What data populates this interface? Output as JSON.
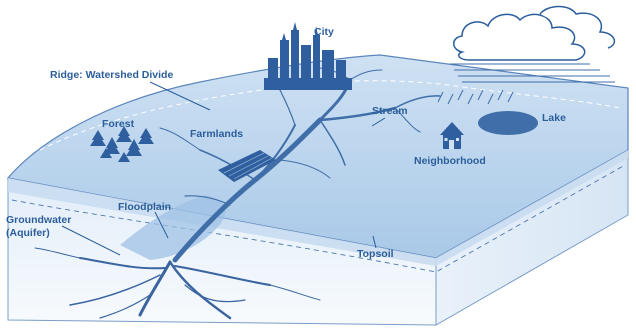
{
  "diagram": {
    "labels": {
      "city": "City",
      "ridge": "Ridge: Watershed Divide",
      "forest": "Forest",
      "farmlands": "Farmlands",
      "stream": "Stream",
      "lake": "Lake",
      "neighborhood": "Neighborhood",
      "floodplain": "Floodplain",
      "groundwater_line1": "Groundwater",
      "groundwater_line2": "(Aquifer)",
      "topsoil": "Topsoil"
    },
    "colors": {
      "land_surface": "#b8d3ec",
      "front_face": "#eef4fb",
      "side_face": "#dce8f5",
      "stream": "#3f6ea8",
      "labels": "#2b5e9b",
      "outline": "#5b86bb",
      "soil": "#c9dcef"
    },
    "icons": [
      "city-icon",
      "cloud-icon",
      "rain-icon",
      "house-icon",
      "forest-trees-icon",
      "farmland-field-icon",
      "lake-icon"
    ]
  }
}
